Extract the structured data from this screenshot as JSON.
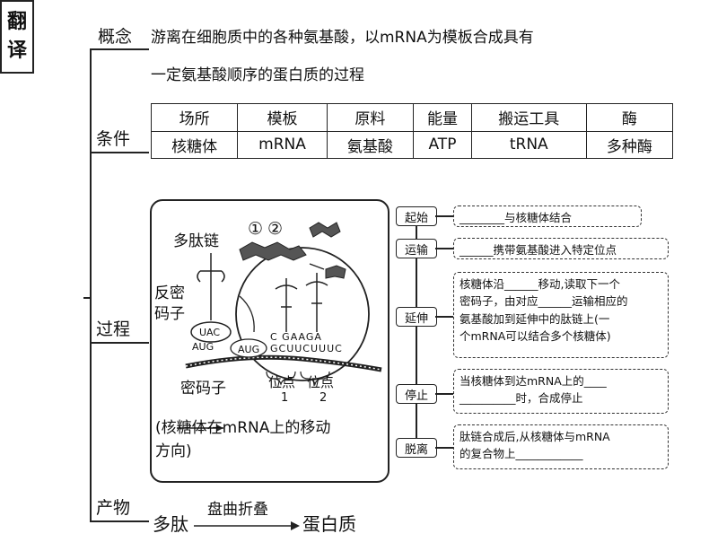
{
  "root_title": [
    "翻",
    "译"
  ],
  "branches": {
    "concept": "概念",
    "condition": "条件",
    "process": "过程",
    "product": "产物"
  },
  "concept_text": [
    "游离在细胞质中的各种氨基酸，以mRNA为模板合成具有",
    "一定氨基酸顺序的蛋白质的过程"
  ],
  "conditions": {
    "headers": [
      "场所",
      "模板",
      "原料",
      "能量",
      "搬运工具",
      "酶"
    ],
    "values": [
      "核糖体",
      "mRNA",
      "氨基酸",
      "ATP",
      "tRNA",
      "多种酶"
    ]
  },
  "figure": {
    "labels": {
      "polypeptide": "多肽链",
      "anticodon_1": "反密",
      "anticodon_2": "码子",
      "codon": "密码子",
      "site1_a": "位点",
      "site1_b": "1",
      "site2_a": "位点",
      "site2_b": "2",
      "num1": "①",
      "num2": "②",
      "uac": "UAC",
      "aug_left": "AUG",
      "aug_box": "AUG",
      "bases_top": "C GAAGA",
      "bases_bottom": "GCUUCUUUC",
      "caption_1": "(核糖体在mRNA上的移动",
      "caption_2": "方向)"
    }
  },
  "steps": [
    {
      "name": "起始",
      "text": [
        "________与核糖体结合"
      ]
    },
    {
      "name": "运输",
      "text": [
        "______携带氨基酸进入特定位点"
      ]
    },
    {
      "name": "延伸",
      "text": [
        "核糖体沿______移动,读取下一个",
        "密码子，由对应______运输相应的",
        "氨基酸加到延伸中的肽链上(一",
        "个mRNA可以结合多个核糖体)"
      ]
    },
    {
      "name": "停止",
      "text": [
        "当核糖体到达mRNA上的____",
        "__________时，合成停止"
      ]
    },
    {
      "name": "脱离",
      "text": [
        "肽链合成后,从核糖体与mRNA",
        "的复合物上____________"
      ]
    }
  ],
  "product": {
    "from": "多肽",
    "arrow_label": "盘曲折叠",
    "to": "蛋白质"
  }
}
